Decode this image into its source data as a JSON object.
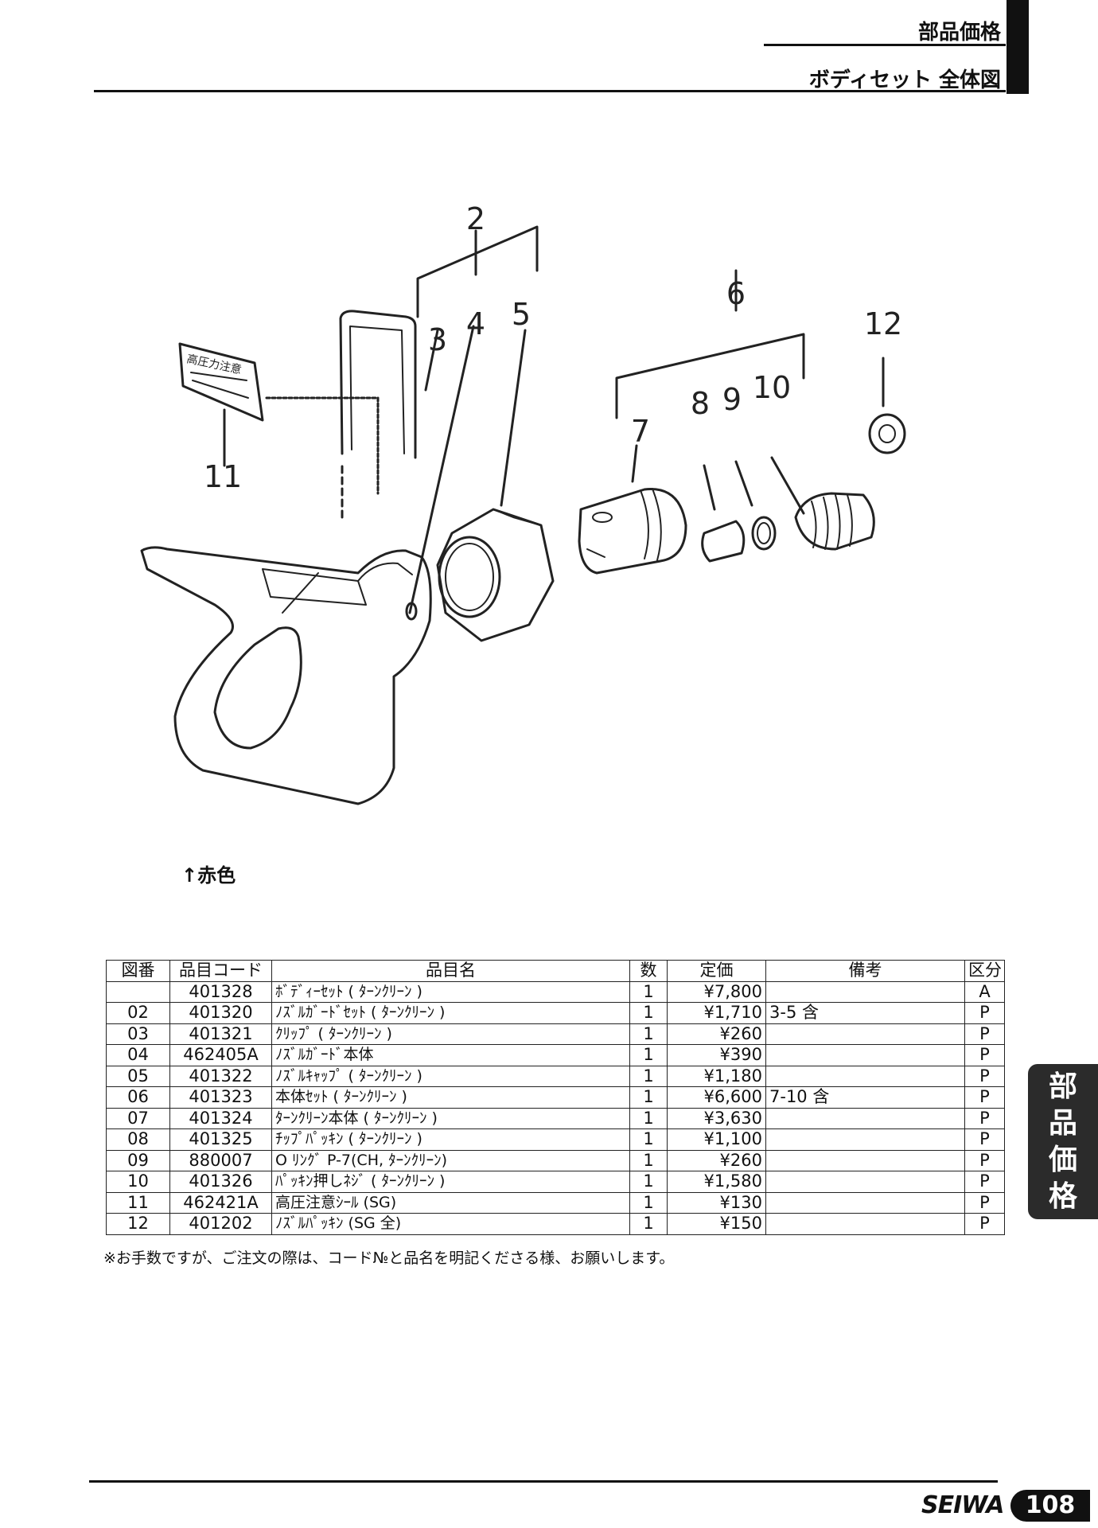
{
  "header": {
    "section": "部品価格",
    "subtitle": "ボディセット 全体図"
  },
  "side_tab": [
    "部",
    "品",
    "価",
    "格"
  ],
  "diagram": {
    "callouts": [
      "2",
      "3",
      "4",
      "5",
      "6",
      "7",
      "8",
      "9",
      "10",
      "11",
      "12"
    ],
    "sticker_text": "高圧力注意"
  },
  "note_red": "↑赤色",
  "table": {
    "headers": [
      "図番",
      "品目コード",
      "品目名",
      "数",
      "定価",
      "備考",
      "区分"
    ],
    "rows": [
      [
        "",
        "401328",
        "ﾎﾞﾃﾞｨｰｾｯﾄ ( ﾀｰﾝｸﾘｰﾝ )",
        "1",
        "¥7,800",
        "",
        "A"
      ],
      [
        "02",
        "401320",
        "ﾉｽﾞﾙｶﾞｰﾄﾞｾｯﾄ ( ﾀｰﾝｸﾘｰﾝ )",
        "1",
        "¥1,710",
        "3-5 含",
        "P"
      ],
      [
        "03",
        "401321",
        "ｸﾘｯﾌﾟ ( ﾀｰﾝｸﾘｰﾝ )",
        "1",
        "¥260",
        "",
        "P"
      ],
      [
        "04",
        "462405A",
        "ﾉｽﾞﾙｶﾞｰﾄﾞ本体",
        "1",
        "¥390",
        "",
        "P"
      ],
      [
        "05",
        "401322",
        "ﾉｽﾞﾙｷｬｯﾌﾟ ( ﾀｰﾝｸﾘｰﾝ )",
        "1",
        "¥1,180",
        "",
        "P"
      ],
      [
        "06",
        "401323",
        "本体ｾｯﾄ ( ﾀｰﾝｸﾘｰﾝ )",
        "1",
        "¥6,600",
        "7-10 含",
        "P"
      ],
      [
        "07",
        "401324",
        "ﾀｰﾝｸﾘｰﾝ本体 ( ﾀｰﾝｸﾘｰﾝ )",
        "1",
        "¥3,630",
        "",
        "P"
      ],
      [
        "08",
        "401325",
        "ﾁｯﾌﾟﾊﾟｯｷﾝ ( ﾀｰﾝｸﾘｰﾝ )",
        "1",
        "¥1,100",
        "",
        "P"
      ],
      [
        "09",
        "880007",
        "O ﾘﾝｸﾞ P-7(CH, ﾀｰﾝｸﾘｰﾝ)",
        "1",
        "¥260",
        "",
        "P"
      ],
      [
        "10",
        "401326",
        "ﾊﾟｯｷﾝ押しﾈｼﾞ ( ﾀｰﾝｸﾘｰﾝ )",
        "1",
        "¥1,580",
        "",
        "P"
      ],
      [
        "11",
        "462421A",
        "高圧注意ｼｰﾙ (SG)",
        "1",
        "¥130",
        "",
        "P"
      ],
      [
        "12",
        "401202",
        "ﾉｽﾞﾙﾊﾟｯｷﾝ (SG 全)",
        "1",
        "¥150",
        "",
        "P"
      ]
    ]
  },
  "footnote": "※お手数ですが、ご注文の際は、コード№と品名を明記くださる様、お願いします。",
  "footer": {
    "logo": "SEIWA",
    "page": "108"
  }
}
